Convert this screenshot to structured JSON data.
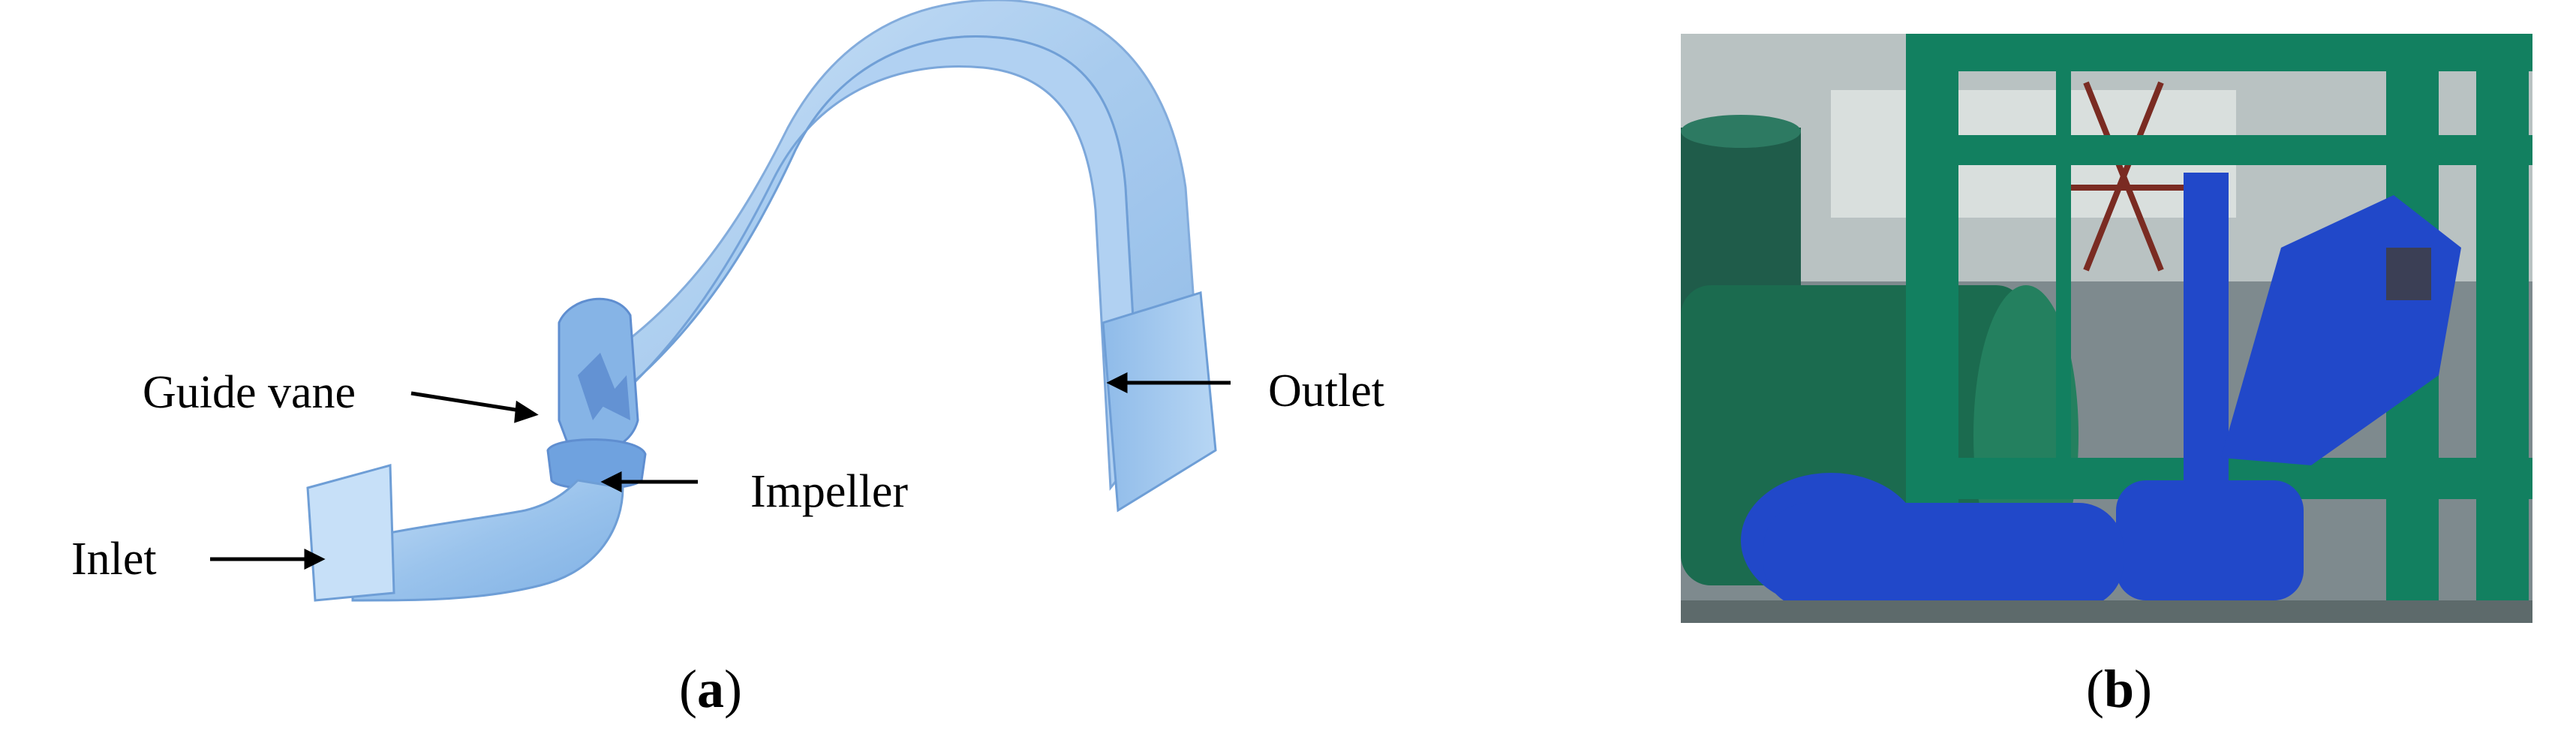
{
  "panel_a": {
    "labels": {
      "guide_vane": "Guide vane",
      "impeller": "Impeller",
      "inlet": "Inlet",
      "outlet": "Outlet"
    },
    "caption": {
      "open": "(",
      "letter": "a",
      "close": ")"
    }
  },
  "panel_b": {
    "caption": {
      "open": "(",
      "letter": "b",
      "close": ")"
    }
  },
  "colors": {
    "model_fill": "#9cc6ef",
    "model_edge": "#6e9ed6",
    "model_light": "#c7e0f8",
    "model_dark": "#5f8ed0",
    "frame_green": "#128060",
    "pump_blue": "#2148c9"
  }
}
